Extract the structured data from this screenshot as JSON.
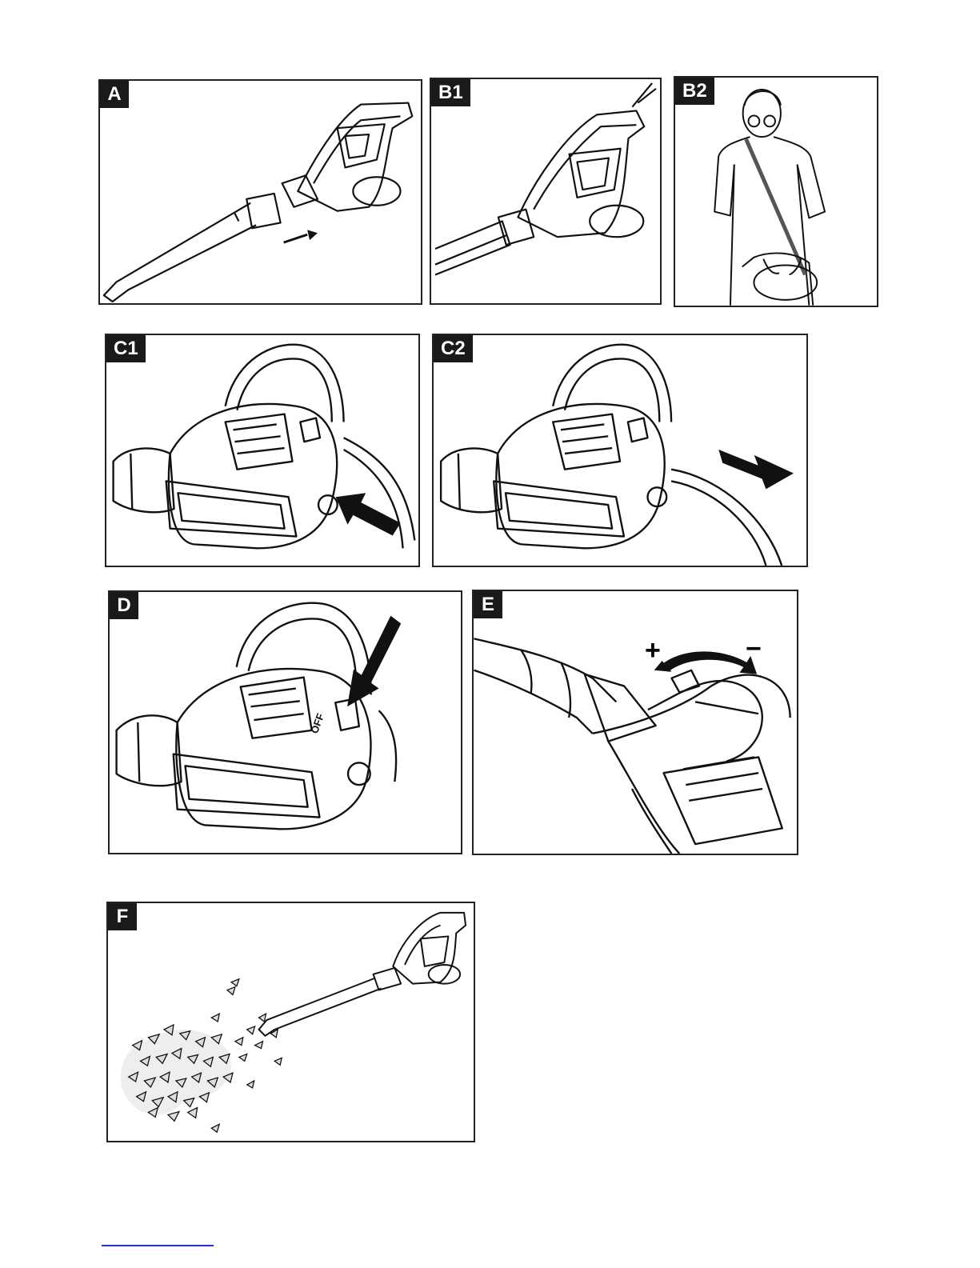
{
  "panels": {
    "A": {
      "label": "A"
    },
    "B1": {
      "label": "B1"
    },
    "B2": {
      "label": "B2"
    },
    "C1": {
      "label": "C1"
    },
    "C2": {
      "label": "C2"
    },
    "D": {
      "label": "D",
      "switch_text": "OFF"
    },
    "E": {
      "label": "E",
      "plus": "+",
      "minus": "−"
    },
    "F": {
      "label": "F"
    }
  },
  "icons": [
    "arrow-icon",
    "blower-illustration",
    "person-illustration",
    "leaves-illustration"
  ]
}
